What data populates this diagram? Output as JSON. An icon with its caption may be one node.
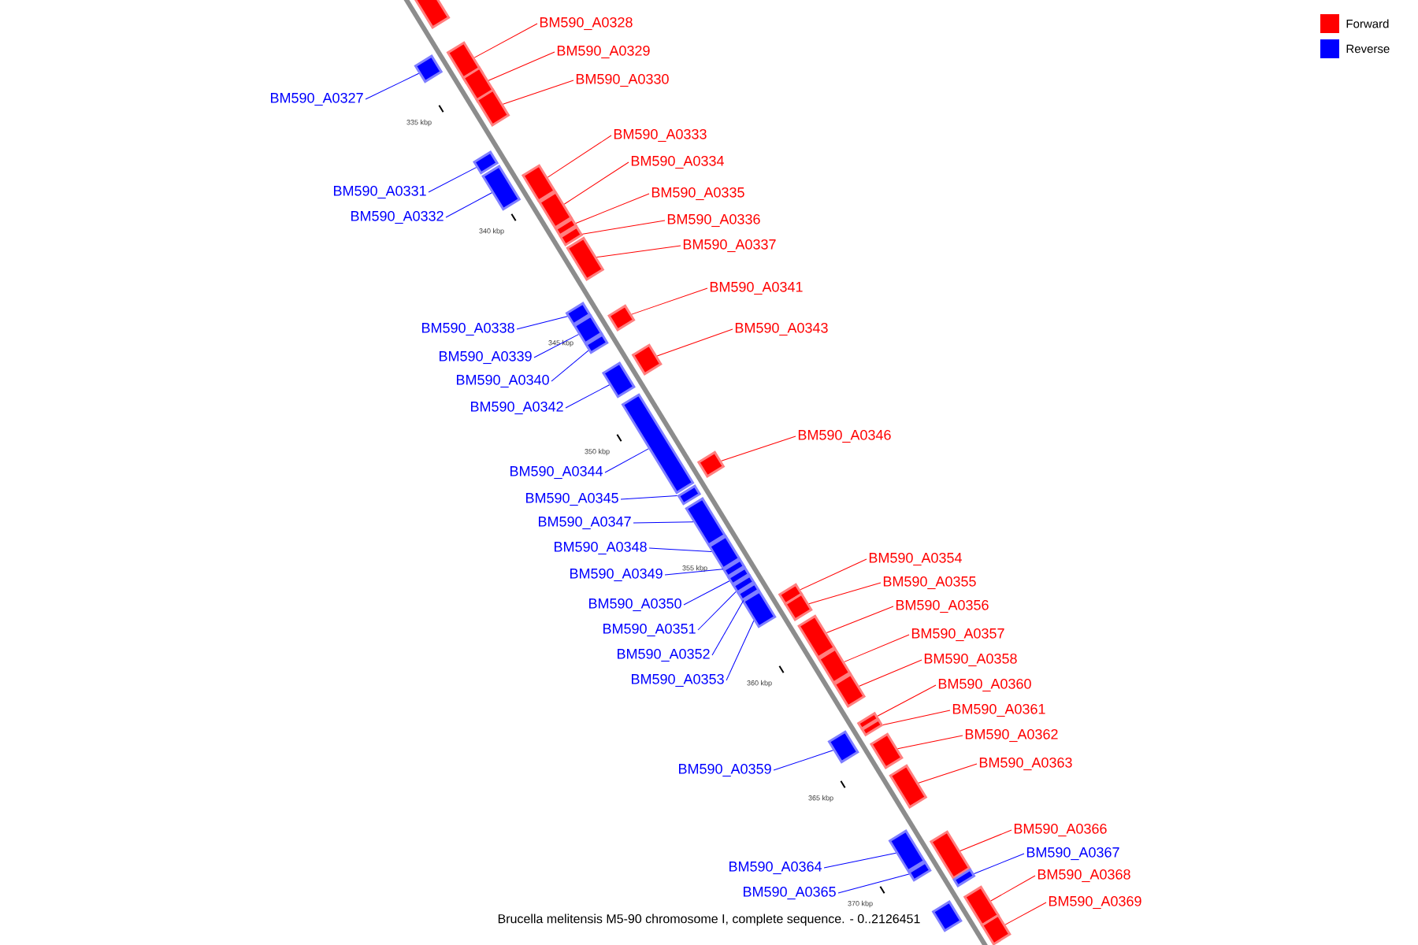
{
  "diagram": {
    "caption": "Brucella melitensis M5-90 chromosome I, complete sequence. - 0..2126451",
    "nodes": [
      {
        "text": [
          "BM590_A0328"
        ]
      },
      {
        "text": [],
        "shape": "box"
      },
      {
        "text": [
          "BM590_A0329"
        ]
      },
      {
        "text": [],
        "shape": "box"
      },
      {
        "text": [
          "BM590_A0330"
        ]
      },
      {
        "text": [],
        "shape": "box"
      },
      {
        "text": [
          "BM590_A0327"
        ]
      },
      {
        "text": [],
        "shape": "box"
      },
      {
        "text": [
          "BM590_A0333"
        ]
      },
      {
        "text": [],
        "shape": "box"
      },
      {
        "text": [
          "BM590_A0334"
        ]
      },
      {
        "text": [],
        "shape": "box"
      },
      {
        "text": [
          "BM590_A0331"
        ]
      },
      {
        "text": [],
        "shape": "box"
      },
      {
        "text": [
          "BM590_A0335"
        ]
      },
      {
        "text": [],
        "shape": "box"
      },
      {
        "text": [
          "BM590_A0332"
        ]
      },
      {
        "text": [],
        "shape": "box"
      },
      {
        "text": [
          "BM590_A0336"
        ]
      },
      {
        "text": [],
        "shape": "box"
      },
      {
        "text": [
          "BM590_A0337"
        ]
      },
      {
        "text": [],
        "shape": "box"
      },
      {
        "text": [
          "BM590_A0341"
        ]
      },
      {
        "text": [],
        "shape": "box"
      },
      {
        "text": [
          "BM590_A0338"
        ]
      },
      {
        "text": [],
        "shape": "box"
      },
      {
        "text": [
          "BM590_A0343"
        ]
      },
      {
        "text": [],
        "shape": "box"
      },
      {
        "text": [
          "BM590_A0339"
        ]
      },
      {
        "text": [],
        "shape": "box"
      },
      {
        "text": [
          "BM590_A0340"
        ]
      },
      {
        "text": [],
        "shape": "box"
      },
      {
        "text": [
          "BM590_A0342"
        ]
      },
      {
        "text": [],
        "shape": "box"
      },
      {
        "text": [
          "BM590_A0346"
        ]
      },
      {
        "text": [],
        "shape": "box"
      },
      {
        "text": [
          "BM590_A0344"
        ]
      },
      {
        "text": [],
        "shape": "box"
      },
      {
        "text": [
          "BM590_A0345"
        ]
      },
      {
        "text": [],
        "shape": "box"
      },
      {
        "text": [
          "BM590_A0347"
        ]
      },
      {
        "text": [],
        "shape": "box"
      },
      {
        "text": [
          "BM590_A0348"
        ]
      },
      {
        "text": [],
        "shape": "box"
      },
      {
        "text": [
          "BM590_A0354"
        ]
      },
      {
        "text": [],
        "shape": "box"
      },
      {
        "text": [
          "BM590_A0349"
        ]
      },
      {
        "text": [],
        "shape": "box"
      },
      {
        "text": [
          "BM590_A0355"
        ]
      },
      {
        "text": [],
        "shape": "box"
      },
      {
        "text": [
          "BM590_A0350"
        ]
      },
      {
        "text": [],
        "shape": "box"
      },
      {
        "text": [
          "BM590_A0356"
        ]
      },
      {
        "text": [],
        "shape": "box"
      },
      {
        "text": [
          "BM590_A0351"
        ]
      },
      {
        "text": [],
        "shape": "box"
      },
      {
        "text": [
          "BM590_A0357"
        ]
      },
      {
        "text": [],
        "shape": "box"
      },
      {
        "text": [
          "BM590_A0352"
        ]
      },
      {
        "text": [],
        "shape": "box"
      },
      {
        "text": [
          "BM590_A0358"
        ]
      },
      {
        "text": [],
        "shape": "box"
      },
      {
        "text": [
          "BM590_A0353"
        ]
      },
      {
        "text": [],
        "shape": "box"
      },
      {
        "text": [
          "BM590_A0360"
        ]
      },
      {
        "text": [],
        "shape": "box"
      },
      {
        "text": [
          "BM590_A0361"
        ]
      },
      {
        "text": [],
        "shape": "box"
      },
      {
        "text": [
          "BM590_A0362"
        ]
      },
      {
        "text": [],
        "shape": "box"
      },
      {
        "text": [
          "BM590_A0363"
        ]
      },
      {
        "text": [],
        "shape": "box"
      },
      {
        "text": [
          "BM590_A0359"
        ]
      },
      {
        "text": [],
        "shape": "box"
      },
      {
        "text": [
          "BM590_A0366"
        ]
      },
      {
        "text": [],
        "shape": "box"
      },
      {
        "text": [
          "BM590_A0367"
        ]
      },
      {
        "text": [],
        "shape": "box"
      },
      {
        "text": [
          "BM590_A0364"
        ]
      },
      {
        "text": [],
        "shape": "box"
      },
      {
        "text": [
          "BM590_A0368"
        ]
      },
      {
        "text": [],
        "shape": "box"
      },
      {
        "text": [
          "BM590_A0365"
        ]
      },
      {
        "text": [],
        "shape": "box"
      },
      {
        "text": [
          "BM590_A0369"
        ]
      },
      {
        "text": [],
        "shape": "box"
      },
      {
        "text": [],
        "shape": "box"
      },
      {
        "text": [],
        "shape": "box"
      }
    ],
    "edges": [
      {
        "from": 0,
        "to": 1,
        "arrow": "none"
      },
      {
        "from": 2,
        "to": 3,
        "arrow": "none"
      },
      {
        "from": 4,
        "to": 5,
        "arrow": "none"
      },
      {
        "from": 6,
        "to": 7,
        "arrow": "none",
        "color": "#0000ff"
      },
      {
        "from": 8,
        "to": 9,
        "arrow": "none"
      },
      {
        "from": 10,
        "to": 11,
        "arrow": "none"
      },
      {
        "from": 12,
        "to": 13,
        "arrow": "none",
        "color": "#0000ff"
      },
      {
        "from": 14,
        "to": 15,
        "arrow": "none"
      },
      {
        "from": 16,
        "to": 17,
        "arrow": "none",
        "color": "#0000ff"
      },
      {
        "from": 18,
        "to": 19,
        "arrow": "none"
      },
      {
        "from": 20,
        "to": 21,
        "arrow": "none"
      },
      {
        "from": 22,
        "to": 23,
        "arrow": "none"
      },
      {
        "from": 24,
        "to": 25,
        "arrow": "none",
        "color": "#0000ff"
      },
      {
        "from": 26,
        "to": 27,
        "arrow": "none"
      },
      {
        "from": 28,
        "to": 29,
        "arrow": "none",
        "color": "#0000ff"
      },
      {
        "from": 30,
        "to": 31,
        "arrow": "none",
        "color": "#0000ff"
      },
      {
        "from": 32,
        "to": 33,
        "arrow": "none",
        "color": "#0000ff"
      },
      {
        "from": 34,
        "to": 35,
        "arrow": "none"
      },
      {
        "from": 36,
        "to": 37,
        "arrow": "none",
        "color": "#0000ff"
      },
      {
        "from": 38,
        "to": 39,
        "arrow": "none",
        "color": "#0000ff"
      },
      {
        "from": 40,
        "to": 41,
        "arrow": "none",
        "color": "#0000ff"
      },
      {
        "from": 42,
        "to": 43,
        "arrow": "none",
        "color": "#0000ff"
      },
      {
        "from": 44,
        "to": 45,
        "arrow": "none"
      },
      {
        "from": 46,
        "to": 47,
        "arrow": "none",
        "color": "#0000ff"
      },
      {
        "from": 48,
        "to": 49,
        "arrow": "none"
      },
      {
        "from": 50,
        "to": 51,
        "arrow": "none",
        "color": "#0000ff"
      },
      {
        "from": 52,
        "to": 53,
        "arrow": "none"
      },
      {
        "from": 54,
        "to": 55,
        "arrow": "none",
        "color": "#0000ff"
      },
      {
        "from": 56,
        "to": 57,
        "arrow": "none"
      },
      {
        "from": 58,
        "to": 59,
        "arrow": "none",
        "color": "#0000ff"
      },
      {
        "from": 60,
        "to": 61,
        "arrow": "none"
      },
      {
        "from": 62,
        "to": 63,
        "arrow": "none",
        "color": "#0000ff"
      },
      {
        "from": 64,
        "to": 65,
        "arrow": "none"
      },
      {
        "from": 66,
        "to": 67,
        "arrow": "none"
      },
      {
        "from": 68,
        "to": 69,
        "arrow": "none"
      },
      {
        "from": 70,
        "to": 71,
        "arrow": "none"
      },
      {
        "from": 72,
        "to": 73,
        "arrow": "none",
        "color": "#0000ff"
      },
      {
        "from": 74,
        "to": 75,
        "arrow": "none"
      },
      {
        "from": 76,
        "to": 77,
        "arrow": "none",
        "color": "#0000ff"
      },
      {
        "from": 78,
        "to": 79,
        "arrow": "none",
        "color": "#0000ff"
      },
      {
        "from": 80,
        "to": 81,
        "arrow": "none"
      },
      {
        "from": 82,
        "to": 83,
        "arrow": "none",
        "color": "#0000ff"
      },
      {
        "from": 84,
        "to": 85,
        "arrow": "none"
      }
    ],
    "labels": [
      "335 kbp",
      "340 kbp",
      "345 kbp",
      "350 kbp",
      "355 kbp",
      "360 kbp",
      "365 kbp",
      "370 kbp"
    ],
    "legend": [
      {
        "text": "Forward",
        "color": "#ff0000"
      },
      {
        "text": "Reverse",
        "color": "#0000ff"
      }
    ]
  }
}
